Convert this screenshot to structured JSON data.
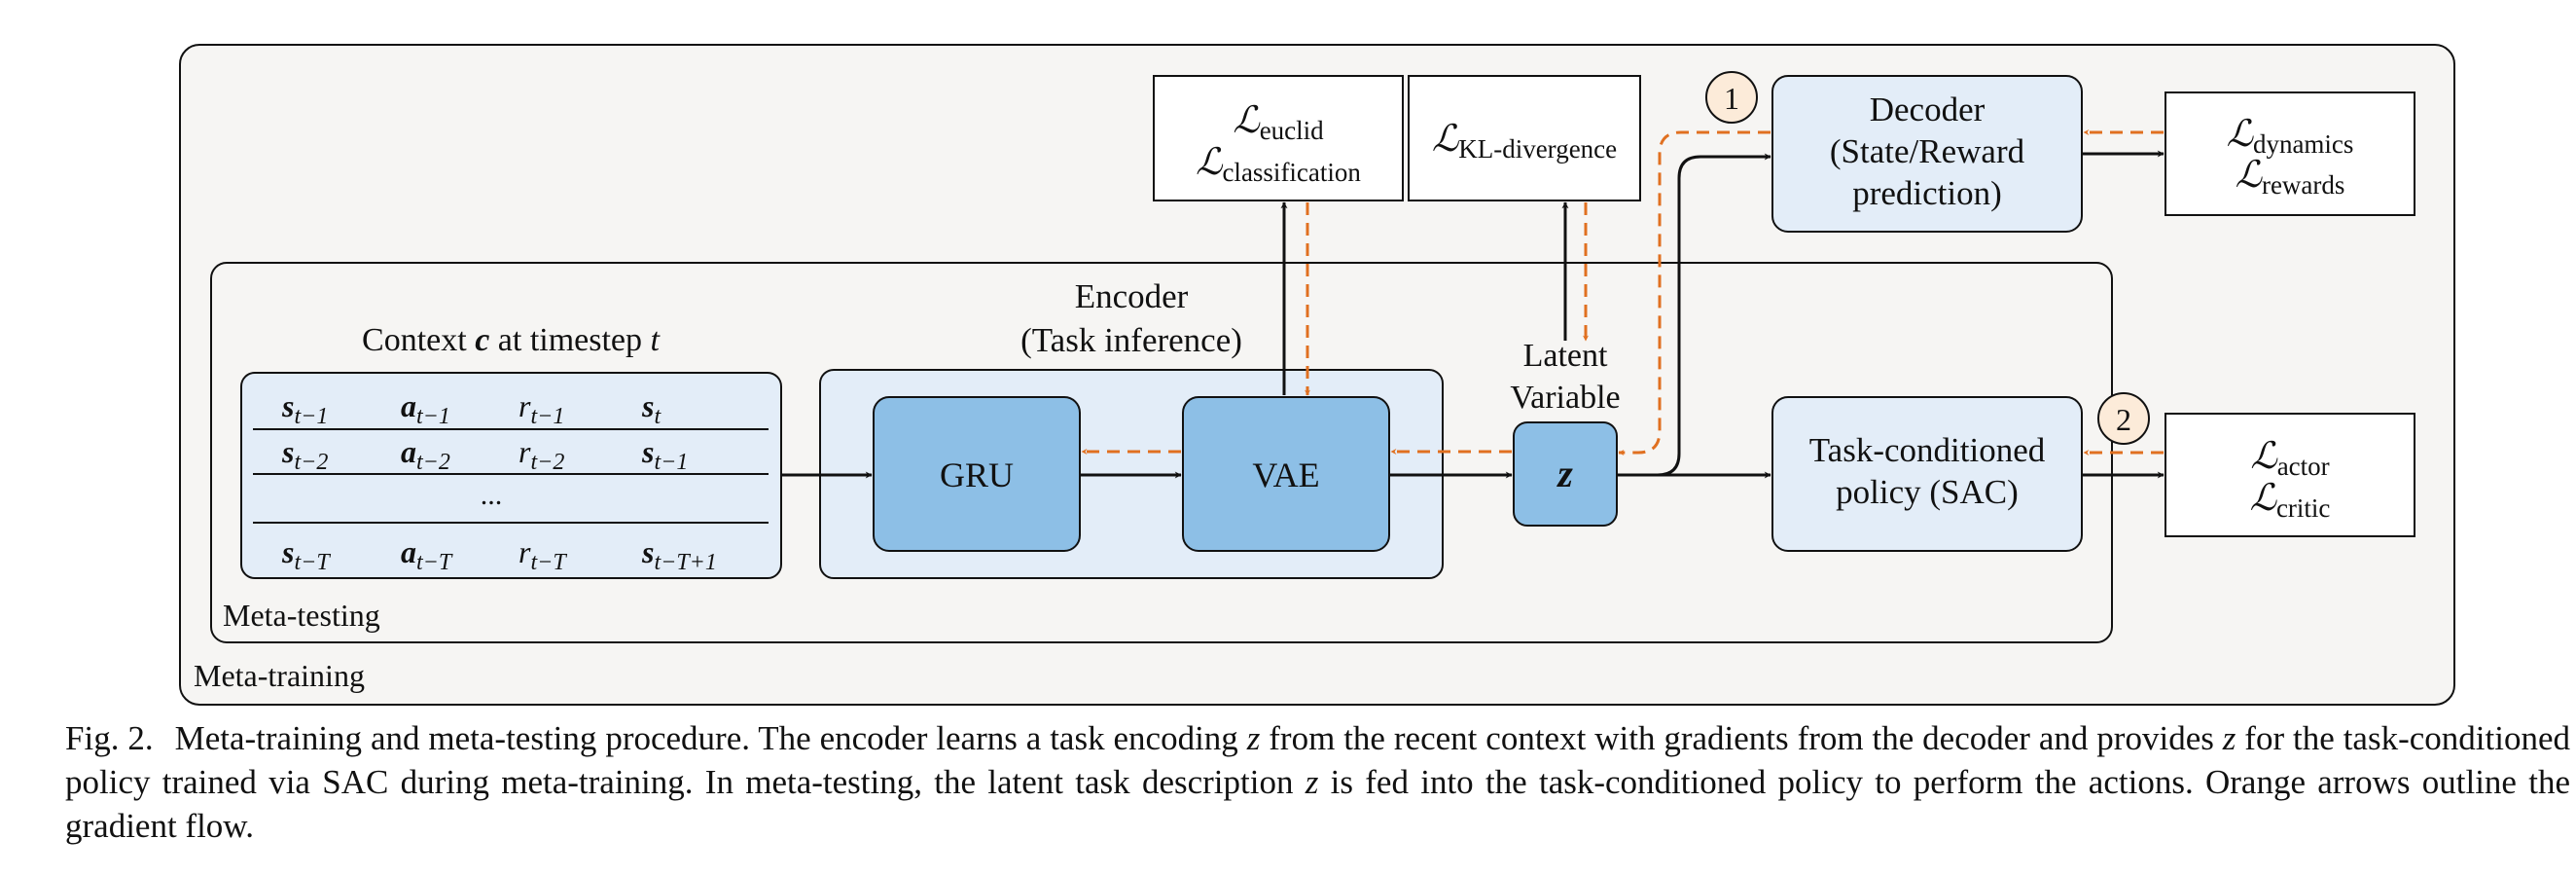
{
  "frames": {
    "meta_training": "Meta-training",
    "meta_testing": "Meta-testing"
  },
  "context": {
    "title_pre": "Context ",
    "title_bold": "c",
    "title_mid": " at timestep ",
    "title_t": "t",
    "rows": [
      [
        {
          "b": "s",
          "sub": "t−1",
          "k": "bold"
        },
        {
          "b": "a",
          "sub": "t−1",
          "k": "bold"
        },
        {
          "b": "r",
          "sub": "t−1",
          "k": "it"
        },
        {
          "b": "s",
          "sub": "t",
          "k": "bold"
        }
      ],
      [
        {
          "b": "s",
          "sub": "t−2",
          "k": "bold"
        },
        {
          "b": "a",
          "sub": "t−2",
          "k": "bold"
        },
        {
          "b": "r",
          "sub": "t−2",
          "k": "it"
        },
        {
          "b": "s",
          "sub": "t−1",
          "k": "bold"
        }
      ],
      [
        {
          "b": "s",
          "sub": "t−T",
          "k": "bold"
        },
        {
          "b": "a",
          "sub": "t−T",
          "k": "bold"
        },
        {
          "b": "r",
          "sub": "t−T",
          "k": "it"
        },
        {
          "b": "s",
          "sub": "t−T+1",
          "k": "bold"
        }
      ]
    ],
    "ellipsis": "..."
  },
  "encoder": {
    "title": "Encoder",
    "subtitle": "(Task inference)",
    "gru": "GRU",
    "vae": "VAE"
  },
  "latent": {
    "label_line1": "Latent",
    "label_line2": "Variable",
    "symbol": "z"
  },
  "losses": {
    "euclid": {
      "sym": "ℒ",
      "sub": "euclid"
    },
    "classification": {
      "sym": "ℒ",
      "sub": "classification"
    },
    "kl": {
      "sym": "ℒ",
      "sub": "KL-divergence"
    },
    "dynamics": {
      "sym": "ℒ",
      "sub": "dynamics"
    },
    "rewards": {
      "sym": "ℒ",
      "sub": "rewards"
    },
    "actor": {
      "sym": "ℒ",
      "sub": "actor"
    },
    "critic": {
      "sym": "ℒ",
      "sub": "critic"
    }
  },
  "decoder": {
    "line1": "Decoder",
    "line2": "(State/Reward",
    "line3": "prediction)"
  },
  "policy": {
    "line1": "Task-conditioned",
    "line2": "policy (SAC)"
  },
  "markers": {
    "one": "1",
    "two": "2"
  },
  "colors": {
    "orange": "#E07020",
    "light_blue": "#E3EDF8",
    "mid_blue": "#8DBFE6",
    "panel": "#F6F5F3",
    "marker_fill": "#FCEBD9"
  },
  "caption": {
    "label": "Fig. 2.",
    "s1": "Meta-training and meta-testing procedure. The encoder learns a task encoding ",
    "z1": "z",
    "s2": " from the recent context with gradients from the decoder and provides ",
    "z2": "z",
    "s3": " for the task-conditioned policy trained via SAC during meta-training. In meta-testing, the latent task description ",
    "z3": "z",
    "s4": " is fed into the task-conditioned policy to perform the actions. Orange arrows outline the gradient flow."
  }
}
